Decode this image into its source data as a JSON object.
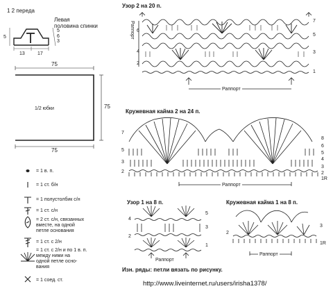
{
  "schematic": {
    "front_half": "1 2 переда",
    "back_half": "Левая\nполовина спинки",
    "rows": [
      "5",
      "6",
      "3",
      "5"
    ],
    "dims": [
      "13",
      "17"
    ],
    "skirt_label": "1/2 юбки",
    "skirt_top": "75",
    "skirt_side": "75",
    "skirt_bottom": "75"
  },
  "pattern2": {
    "title": "Узор 2 на 20 п.",
    "rapport_side": "Раппорт",
    "rapport_bottom": "Раппорт",
    "left_rows": [
      "6",
      "4",
      "2"
    ],
    "right_rows": [
      "7",
      "5",
      "3",
      "1"
    ]
  },
  "lace2": {
    "title": "Кружевная кайма 2 на 24 п.",
    "rapport": "Раппорт",
    "right_rows": [
      "8",
      "6",
      "5",
      "4",
      "3",
      "2",
      "1R"
    ],
    "left_rows": [
      "7",
      "5",
      "3",
      "2"
    ]
  },
  "pattern1": {
    "title": "Узор 1 на 8 п.",
    "left_rows": [
      "4",
      "2"
    ],
    "right_rows": [
      "5",
      "3",
      "1"
    ],
    "rapport": "Раппорт"
  },
  "lace1": {
    "title": "Кружевная кайма 1 на 8 п.",
    "left_rows": [
      "2"
    ],
    "right_rows": [
      "3",
      "1R"
    ],
    "rapport": "Раппорт"
  },
  "legend": [
    {
      "icon": "chain-icon",
      "text": "= 1 в. п."
    },
    {
      "icon": "single-crochet-icon",
      "text": "= 1 ст. б/н"
    },
    {
      "icon": "half-double-crochet-icon",
      "text": "= 1 полустолбик с/н"
    },
    {
      "icon": "double-crochet-icon",
      "text": "= 1 ст. с/н"
    },
    {
      "icon": "cluster-icon",
      "text": "= 2 ст. с/н, связанных\nвместе, на одной\nпетле основания"
    },
    {
      "icon": "treble-crochet-icon",
      "text": "= 1 ст. с 2/н"
    },
    {
      "icon": "fan-icon",
      "text": "= 1 ст. с 2/н и по 1 в. п.\nмежду ними на\nодной петле осно-\nвания"
    },
    {
      "icon": "slip-stitch-icon",
      "text": "= 1 соед. ст."
    }
  ],
  "note": "Изн. ряды: петли вязать по рисунку.",
  "watermark": "http://www.liveinternet.ru/users/irisha1378/"
}
